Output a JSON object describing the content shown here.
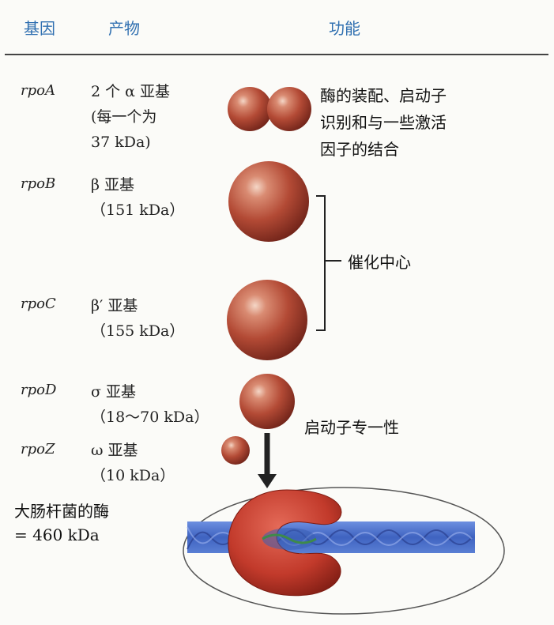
{
  "header": {
    "gene": "基因",
    "product": "产物",
    "function": "功能"
  },
  "rows": [
    {
      "gene": "rpoA",
      "product": [
        "2 个 α 亚基",
        "(每一个为",
        "37 kDa)"
      ]
    },
    {
      "gene": "rpoB",
      "product": [
        "β 亚基",
        "（151 kDa）"
      ]
    },
    {
      "gene": "rpoC",
      "product": [
        "β′ 亚基",
        "（155 kDa）"
      ]
    },
    {
      "gene": "rpoD",
      "product": [
        "σ 亚基",
        "（18～70 kDa）"
      ]
    },
    {
      "gene": "rpoZ",
      "product": [
        "ω 亚基",
        "（10 kDa）"
      ]
    }
  ],
  "functions": {
    "alpha": [
      "酶的装配、启动子",
      "识别和与一些激活",
      "因子的结合"
    ],
    "catalytic": "催化中心",
    "sigma": "启动子专一性"
  },
  "total": {
    "label": "大肠杆菌的酶",
    "value": "= 460 kDa"
  },
  "colors": {
    "header": "#2f6fb0",
    "sphere": "#b34a35",
    "enzyme": "#c23a2b",
    "dna": "#4a6fc4"
  }
}
